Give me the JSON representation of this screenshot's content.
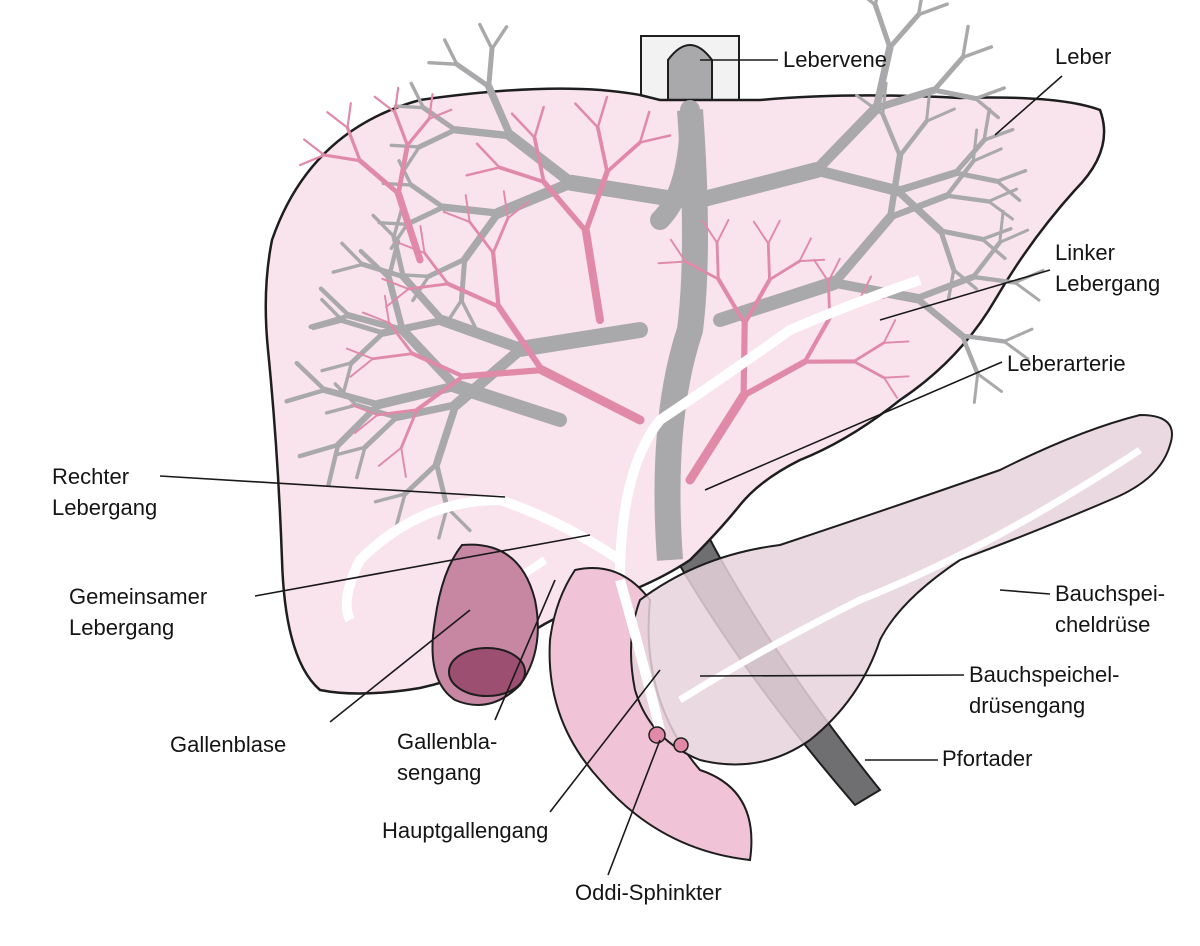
{
  "labels": {
    "lebervene": "Lebervene",
    "leber": "Leber",
    "linker": "Linker\nLebergang",
    "leberarterie": "Leberarterie",
    "rechter": "Rechter\nLebergang",
    "gemeinsamer": "Gemeinsamer\nLebergang",
    "bauchspeicheldruese": "Bauchspei-\ncheldrüse",
    "bauchspeicheldruesengang": "Bauchspeichel-\ndrüsengang",
    "pfortader": "Pfortader",
    "gallenblase": "Gallenblase",
    "gallenblasengang": "Gallenbla-\nsengang",
    "hauptgallengang": "Hauptgallengang",
    "oddi": "Oddi-Sphinkter"
  },
  "colors": {
    "liver": "#f9e3ec",
    "outline": "#1e1e1e",
    "vein": "#a9a9ab",
    "artery": "#e08aa8",
    "duct": "#ffffff",
    "gallbladder": "#c787a3",
    "gallbladder_dark": "#9d4f72",
    "pancreas": "#e7d2dc",
    "duodenum": "#f0c4d6",
    "portal_vein": "#6f6f72",
    "leader": "#1a1a1a"
  }
}
